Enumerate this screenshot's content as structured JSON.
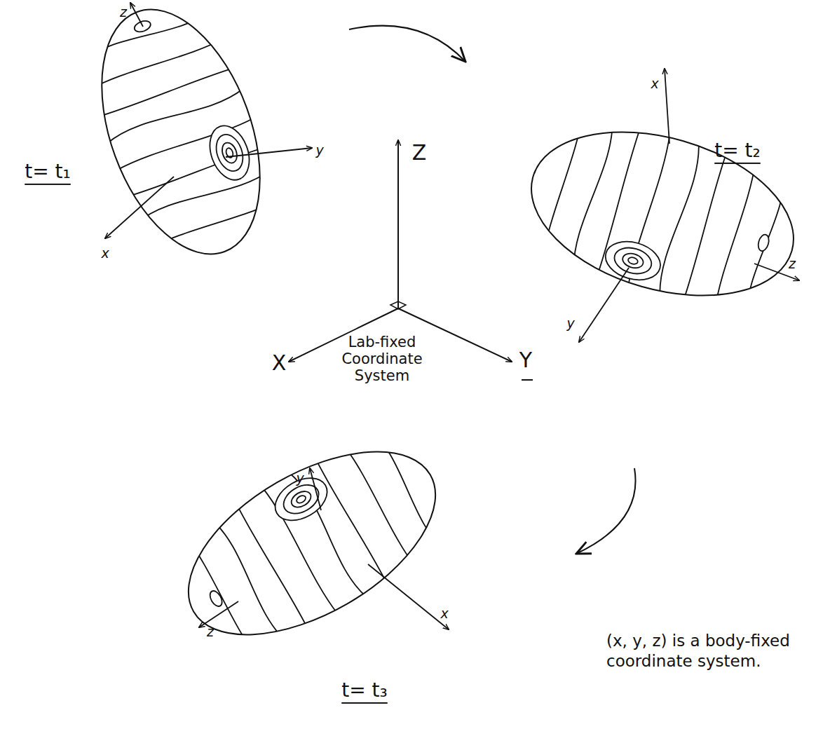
{
  "diagram": {
    "labels": [
      "z",
      "y",
      "x",
      "t= t₁",
      "x",
      "t= t₂",
      "z",
      "y",
      "Z",
      "X",
      "Y",
      "Lab-fixed Coordinate System",
      "y",
      "z",
      "x",
      "t= t₃",
      "(x, y, z) is a body-fixed coordinate system."
    ]
  }
}
